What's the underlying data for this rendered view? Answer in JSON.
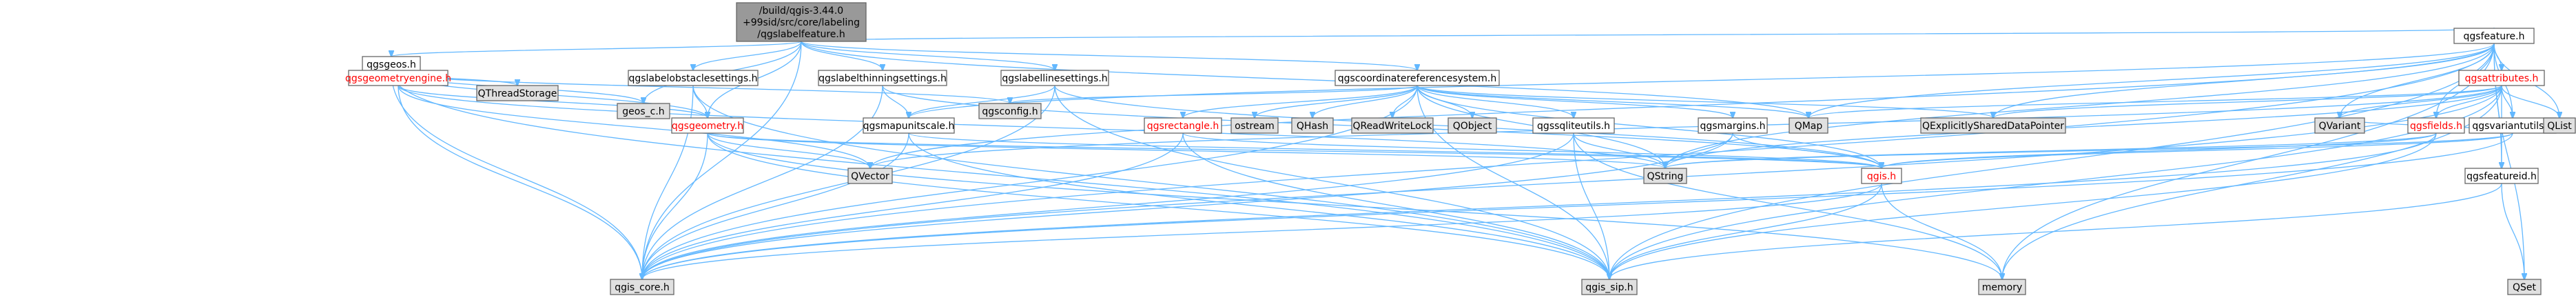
{
  "colors": {
    "root_fill": "#999999",
    "node_fill": "#ffffff",
    "external_fill": "#e0e0e0",
    "border": "#666666",
    "edge": "#63b8ff",
    "red_text": "#ff0000",
    "text": "#000000"
  },
  "nodes": {
    "root": {
      "lines": [
        "/build/qgis-3.44.0",
        "+99sid/src/core/labeling",
        "/qgslabelfeature.h"
      ],
      "style": "root"
    },
    "qgsgeos": {
      "lines": [
        "qgsgeos.h"
      ],
      "style": "normal"
    },
    "qgslabelobstaclesettings": {
      "lines": [
        "qgslabelobstaclesettings.h"
      ],
      "style": "normal"
    },
    "qgslabelthinningsettings": {
      "lines": [
        "qgslabelthinningsettings.h"
      ],
      "style": "normal"
    },
    "qgslabellinesettings": {
      "lines": [
        "qgslabellinesettings.h"
      ],
      "style": "normal"
    },
    "qgscoordinatereferencesystem": {
      "lines": [
        "qgscoordinatereferencesystem.h"
      ],
      "style": "normal"
    },
    "qgsfeature": {
      "lines": [
        "qgsfeature.h"
      ],
      "style": "normal"
    },
    "qgsgeometryengine": {
      "lines": [
        "qgsgeometryengine.h"
      ],
      "style": "red"
    },
    "QThreadStorage": {
      "lines": [
        "QThreadStorage"
      ],
      "style": "external"
    },
    "geos_c": {
      "lines": [
        "geos_c.h"
      ],
      "style": "external"
    },
    "qgsattributes": {
      "lines": [
        "qgsattributes.h"
      ],
      "style": "red"
    },
    "qgsgeometry": {
      "lines": [
        "qgsgeometry.h"
      ],
      "style": "red"
    },
    "qgsmapunitscale": {
      "lines": [
        "qgsmapunitscale.h"
      ],
      "style": "normal"
    },
    "qgsconfig": {
      "lines": [
        "qgsconfig.h"
      ],
      "style": "external"
    },
    "qgsrectangle": {
      "lines": [
        "qgsrectangle.h"
      ],
      "style": "red"
    },
    "ostream": {
      "lines": [
        "ostream"
      ],
      "style": "external"
    },
    "QHash": {
      "lines": [
        "QHash"
      ],
      "style": "external"
    },
    "QReadWriteLock": {
      "lines": [
        "QReadWriteLock"
      ],
      "style": "external"
    },
    "QObject": {
      "lines": [
        "QObject"
      ],
      "style": "external"
    },
    "qgssqliteutils": {
      "lines": [
        "qgssqliteutils.h"
      ],
      "style": "normal"
    },
    "qgsmargins": {
      "lines": [
        "qgsmargins.h"
      ],
      "style": "normal"
    },
    "QMap": {
      "lines": [
        "QMap"
      ],
      "style": "external"
    },
    "QExplicitlySharedDataPointer": {
      "lines": [
        "QExplicitlySharedDataPointer"
      ],
      "style": "external"
    },
    "QVariant": {
      "lines": [
        "QVariant"
      ],
      "style": "external"
    },
    "qgsfields": {
      "lines": [
        "qgsfields.h"
      ],
      "style": "red"
    },
    "qgsvariantutils": {
      "lines": [
        "qgsvariantutils.h"
      ],
      "style": "normal"
    },
    "QList": {
      "lines": [
        "QList"
      ],
      "style": "external"
    },
    "QVector": {
      "lines": [
        "QVector"
      ],
      "style": "external"
    },
    "QString": {
      "lines": [
        "QString"
      ],
      "style": "external"
    },
    "qgis": {
      "lines": [
        "qgis.h"
      ],
      "style": "red"
    },
    "qgsfeatureid": {
      "lines": [
        "qgsfeatureid.h"
      ],
      "style": "normal"
    },
    "qgis_core": {
      "lines": [
        "qgis_core.h"
      ],
      "style": "external"
    },
    "qgis_sip": {
      "lines": [
        "qgis_sip.h"
      ],
      "style": "external"
    },
    "memory": {
      "lines": [
        "memory"
      ],
      "style": "external"
    },
    "QSet": {
      "lines": [
        "QSet"
      ],
      "style": "external"
    }
  },
  "edges": [
    [
      "root",
      "qgsgeos"
    ],
    [
      "root",
      "qgslabelobstaclesettings"
    ],
    [
      "root",
      "qgslabelthinningsettings"
    ],
    [
      "root",
      "qgslabellinesettings"
    ],
    [
      "root",
      "qgscoordinatereferencesystem"
    ],
    [
      "root",
      "qgsfeature"
    ],
    [
      "root",
      "geos_c"
    ],
    [
      "root",
      "qgis_core"
    ],
    [
      "root",
      "qgsgeometry"
    ],
    [
      "root",
      "QMap"
    ],
    [
      "qgsgeos",
      "qgis_core"
    ],
    [
      "qgsgeos",
      "qgsgeometryengine"
    ],
    [
      "qgsgeos",
      "qgsgeometry"
    ],
    [
      "qgsgeos",
      "geos_c"
    ],
    [
      "qgsgeos",
      "QThreadStorage"
    ],
    [
      "qgsgeos",
      "qgsconfig"
    ],
    [
      "qgsgeos",
      "qgis_sip"
    ],
    [
      "qgsgeometryengine",
      "qgis_core"
    ],
    [
      "qgsgeometryengine",
      "qgsgeometry"
    ],
    [
      "qgsgeometryengine",
      "QVector"
    ],
    [
      "qgsgeometryengine",
      "QString"
    ],
    [
      "qgslabelobstaclesettings",
      "qgsgeometry"
    ],
    [
      "qgslabelobstaclesettings",
      "qgis_core"
    ],
    [
      "qgslabelobstaclesettings",
      "qgis_sip"
    ],
    [
      "qgslabelthinningsettings",
      "qgsmapunitscale"
    ],
    [
      "qgslabelthinningsettings",
      "qgis_core"
    ],
    [
      "qgslabelthinningsettings",
      "qgis"
    ],
    [
      "qgslabellinesettings",
      "qgsmapunitscale"
    ],
    [
      "qgslabellinesettings",
      "qgis_core"
    ],
    [
      "qgslabellinesettings",
      "qgis"
    ],
    [
      "qgslabellinesettings",
      "qgis_sip"
    ],
    [
      "qgsgeometry",
      "qgis_core"
    ],
    [
      "qgsgeometry",
      "qgis_sip"
    ],
    [
      "qgsgeometry",
      "QVector"
    ],
    [
      "qgsgeometry",
      "QString"
    ],
    [
      "qgsgeometry",
      "memory"
    ],
    [
      "qgsgeometry",
      "qgis"
    ],
    [
      "qgsmapunitscale",
      "qgis_core"
    ],
    [
      "qgsmapunitscale",
      "qgis_sip"
    ],
    [
      "qgsmapunitscale",
      "qgis"
    ],
    [
      "qgscoordinatereferencesystem",
      "qgis_core"
    ],
    [
      "qgscoordinatereferencesystem",
      "qgis_sip"
    ],
    [
      "qgscoordinatereferencesystem",
      "qgsconfig"
    ],
    [
      "qgscoordinatereferencesystem",
      "qgsrectangle"
    ],
    [
      "qgscoordinatereferencesystem",
      "ostream"
    ],
    [
      "qgscoordinatereferencesystem",
      "QHash"
    ],
    [
      "qgscoordinatereferencesystem",
      "QReadWriteLock"
    ],
    [
      "qgscoordinatereferencesystem",
      "QObject"
    ],
    [
      "qgscoordinatereferencesystem",
      "qgssqliteutils"
    ],
    [
      "qgscoordinatereferencesystem",
      "QString"
    ],
    [
      "qgscoordinatereferencesystem",
      "QMap"
    ],
    [
      "qgscoordinatereferencesystem",
      "qgsmargins"
    ],
    [
      "qgscoordinatereferencesystem",
      "qgis"
    ],
    [
      "qgscoordinatereferencesystem",
      "QExplicitlySharedDataPointer"
    ],
    [
      "qgsrectangle",
      "qgis_core"
    ],
    [
      "qgsrectangle",
      "qgis_sip"
    ],
    [
      "qgsrectangle",
      "qgis"
    ],
    [
      "qgssqliteutils",
      "qgis_core"
    ],
    [
      "qgssqliteutils",
      "qgis_sip"
    ],
    [
      "qgssqliteutils",
      "QString"
    ],
    [
      "qgssqliteutils",
      "memory"
    ],
    [
      "qgsmargins",
      "qgis_core"
    ],
    [
      "qgsmargins",
      "QString"
    ],
    [
      "qgsmargins",
      "qgis"
    ],
    [
      "qgsfeature",
      "qgis_core"
    ],
    [
      "qgsfeature",
      "qgis_sip"
    ],
    [
      "qgsfeature",
      "QExplicitlySharedDataPointer"
    ],
    [
      "qgsfeature",
      "QList"
    ],
    [
      "qgsfeature",
      "QMap"
    ],
    [
      "qgsfeature",
      "QString"
    ],
    [
      "qgsfeature",
      "QVariant"
    ],
    [
      "qgsfeature",
      "QVector"
    ],
    [
      "qgsfeature",
      "QSet"
    ],
    [
      "qgsfeature",
      "qgsattributes"
    ],
    [
      "qgsfeature",
      "qgsfields"
    ],
    [
      "qgsfeature",
      "qgsfeatureid"
    ],
    [
      "qgsfeature",
      "qgsvariantutils"
    ],
    [
      "qgsfeature",
      "memory"
    ],
    [
      "qgsfeature",
      "qgsmapunitscale"
    ],
    [
      "qgsattributes",
      "qgis_core"
    ],
    [
      "qgsattributes",
      "qgis_sip"
    ],
    [
      "qgsattributes",
      "QMap"
    ],
    [
      "qgsattributes",
      "QString"
    ],
    [
      "qgsattributes",
      "QVariant"
    ],
    [
      "qgsattributes",
      "QList"
    ],
    [
      "qgsattributes",
      "QVector"
    ],
    [
      "qgsattributes",
      "memory"
    ],
    [
      "qgsattributes",
      "qgsfields"
    ],
    [
      "qgsattributes",
      "qgsvariantutils"
    ],
    [
      "qgsattributes",
      "QExplicitlySharedDataPointer"
    ],
    [
      "qgsattributes",
      "qgsfeatureid"
    ],
    [
      "qgsfields",
      "qgis_core"
    ],
    [
      "qgsfields",
      "qgis_sip"
    ],
    [
      "qgsfields",
      "QString"
    ],
    [
      "qgsfields",
      "qgis"
    ],
    [
      "qgsvariantutils",
      "qgis_core"
    ],
    [
      "qgsvariantutils",
      "qgis"
    ],
    [
      "qgsvariantutils",
      "QVariant"
    ],
    [
      "qgsvariantutils",
      "QString"
    ],
    [
      "qgsfeatureid",
      "QSet"
    ],
    [
      "qgsfeatureid",
      "qgis_sip"
    ],
    [
      "qgis",
      "qgis_core"
    ],
    [
      "qgis",
      "qgis_sip"
    ],
    [
      "qgis",
      "memory"
    ]
  ]
}
